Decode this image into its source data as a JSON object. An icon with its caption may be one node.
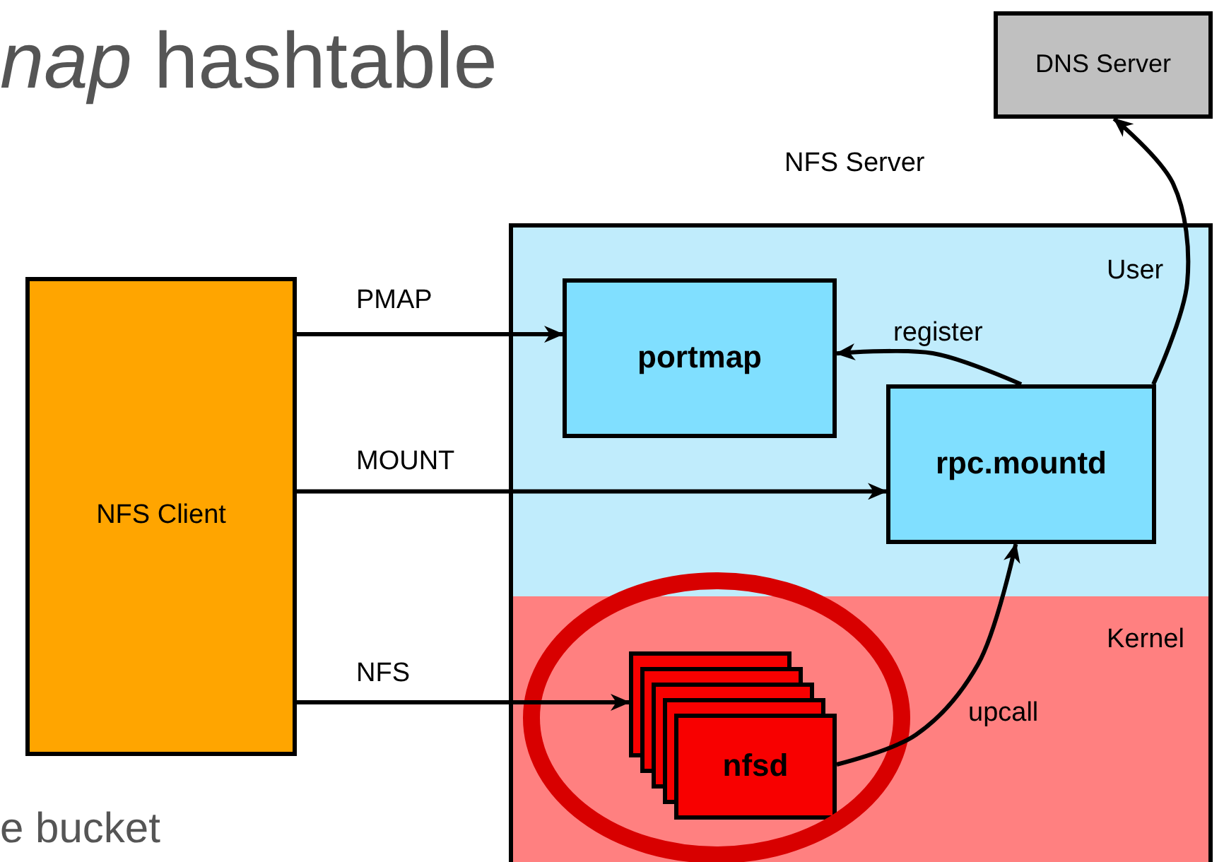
{
  "diagram": {
    "nodes": [
      {
        "text": [
          "DNS Server"
        ]
      },
      {
        "text": [
          "NFS Server"
        ]
      },
      {
        "text": [
          "User"
        ],
        "in": 1
      },
      {
        "text": [
          "portmap"
        ],
        "in": 2
      },
      {
        "text": [
          "rpc.mountd"
        ],
        "in": 2
      },
      {
        "text": [
          "Kernel"
        ],
        "in": 1
      },
      {
        "text": [
          "nfsd"
        ],
        "in": 5
      },
      {
        "text": [
          "NFS Client"
        ]
      }
    ],
    "edges": [
      {
        "from": 4,
        "to": 0,
        "arrow": "to"
      },
      {
        "from": 7,
        "to": 3,
        "label": "PMAP",
        "arrow": "to"
      },
      {
        "from": 4,
        "to": 3,
        "label": "register",
        "arrow": "to"
      },
      {
        "from": 7,
        "to": 4,
        "label": "MOUNT",
        "arrow": "to"
      },
      {
        "from": 7,
        "to": 6,
        "label": "NFS",
        "arrow": "to"
      },
      {
        "from": 6,
        "to": 4,
        "label": "upcall",
        "arrow": "to"
      }
    ],
    "labels": [
      "*nap* hashtable",
      "e bucket"
    ]
  }
}
